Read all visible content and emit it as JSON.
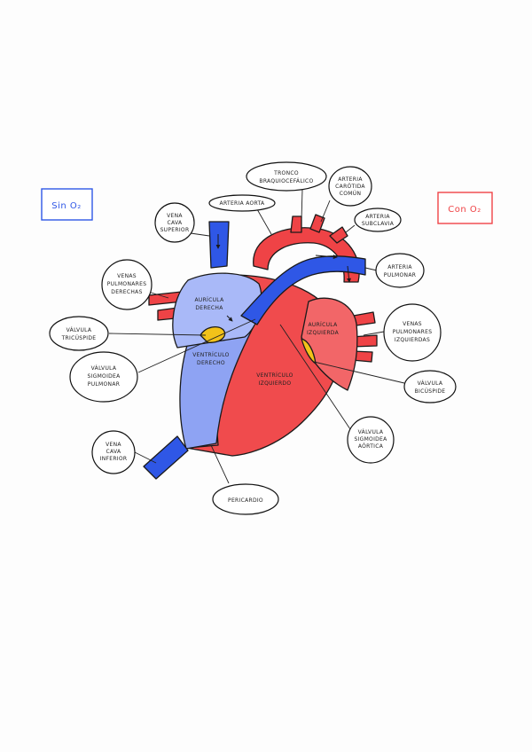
{
  "colors": {
    "deoxygenated": "#2f57e6",
    "oxygenated": "#ef4346",
    "right_heart": "#9aaff7",
    "left_heart": "#f04b4d",
    "pericardium": "#e8677c",
    "valve": "#f2c21a"
  },
  "legend": {
    "sin_o2": "Sin O₂",
    "con_o2": "Con O₂"
  },
  "labels": {
    "tronco": [
      "TRONCO",
      "BRAQUIOCEFÁLICO"
    ],
    "arteria_aorta": [
      "ARTERIA AORTA"
    ],
    "carotida": [
      "ARTERIA",
      "CARÓTIDA",
      "COMÚN"
    ],
    "subclavia": [
      "ARTERIA",
      "SUBCLAVIA"
    ],
    "vena_cava_superior": [
      "VENA",
      "CAVA",
      "SUPERIOR"
    ],
    "arteria_pulmonar": [
      "ARTERIA",
      "PULMONAR"
    ],
    "venas_pulm_derechas": [
      "VENAS",
      "PULMONARES",
      "DERECHAS"
    ],
    "auricula_derecha": [
      "AURÍCULA",
      "DERECHA"
    ],
    "auricula_izquierda": [
      "AURÍCULA",
      "IZQUIERDA"
    ],
    "venas_pulm_izquierdas": [
      "VENAS",
      "PULMONARES",
      "IZQUIERDAS"
    ],
    "valvula_tricuspide": [
      "VÁLVULA",
      "TRICÚSPIDE"
    ],
    "ventriculo_derecho": [
      "VENTRÍCULO",
      "DERECHO"
    ],
    "ventriculo_izquierdo": [
      "VENTRÍCULO",
      "IZQUIERDO"
    ],
    "valvula_bicuspide": [
      "VÁLVULA",
      "BICÚSPIDE"
    ],
    "valvula_sigmoidea_pulmonar": [
      "VÁLVULA",
      "SIGMOIDEA",
      "PULMONAR"
    ],
    "valvula_sigmoidea_aortica": [
      "VÁLVULA",
      "SIGMOIDEA",
      "AÓRTICA"
    ],
    "vena_cava_inferior": [
      "VENA",
      "CAVA",
      "INFERIOR"
    ],
    "pericardio": [
      "PERICARDIO"
    ]
  }
}
